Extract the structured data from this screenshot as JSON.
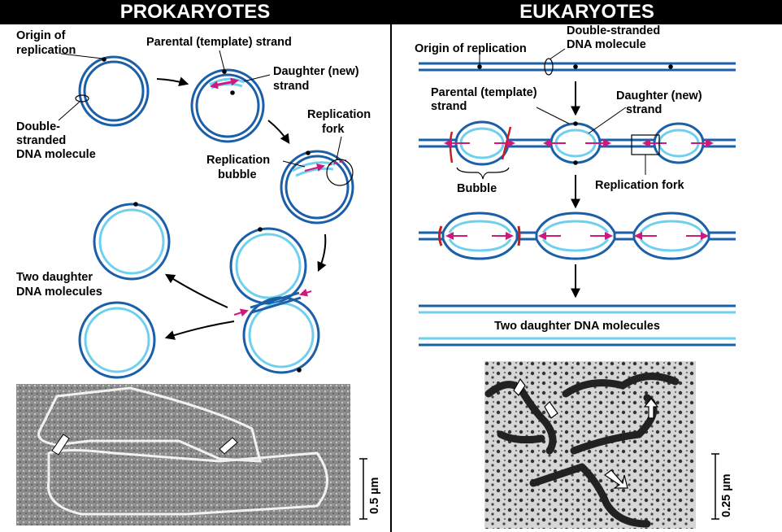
{
  "prokaryotes": {
    "title": "PROKARYOTES",
    "labels": {
      "origin_1": "Origin of",
      "origin_2": "replication",
      "parental": "Parental (template) strand",
      "daughter_1": "Daughter (new)",
      "daughter_2": "strand",
      "fork_1": "Replication",
      "fork_2": "fork",
      "bubble_1": "Replication",
      "bubble_2": "bubble",
      "ds_1": "Double-",
      "ds_2": "stranded",
      "ds_3": "DNA molecule",
      "two_1": "Two daughter",
      "two_2": "DNA molecules"
    },
    "scale": "0.5 µm"
  },
  "eukaryotes": {
    "title": "EUKARYOTES",
    "labels": {
      "origin": "Origin of replication",
      "ds_1": "Double-stranded",
      "ds_2": "DNA molecule",
      "parental_1": "Parental (template)",
      "parental_2": "strand",
      "daughter_1": "Daughter (new)",
      "daughter_2": "strand",
      "bubble": "Bubble",
      "fork": "Replication fork",
      "two": "Two daughter DNA molecules"
    },
    "scale": "0.25 µm"
  },
  "colors": {
    "dark_blue": "#1a5fa8",
    "light_blue": "#6fd0ee",
    "magenta": "#d0187c",
    "red": "#c81e1e"
  }
}
